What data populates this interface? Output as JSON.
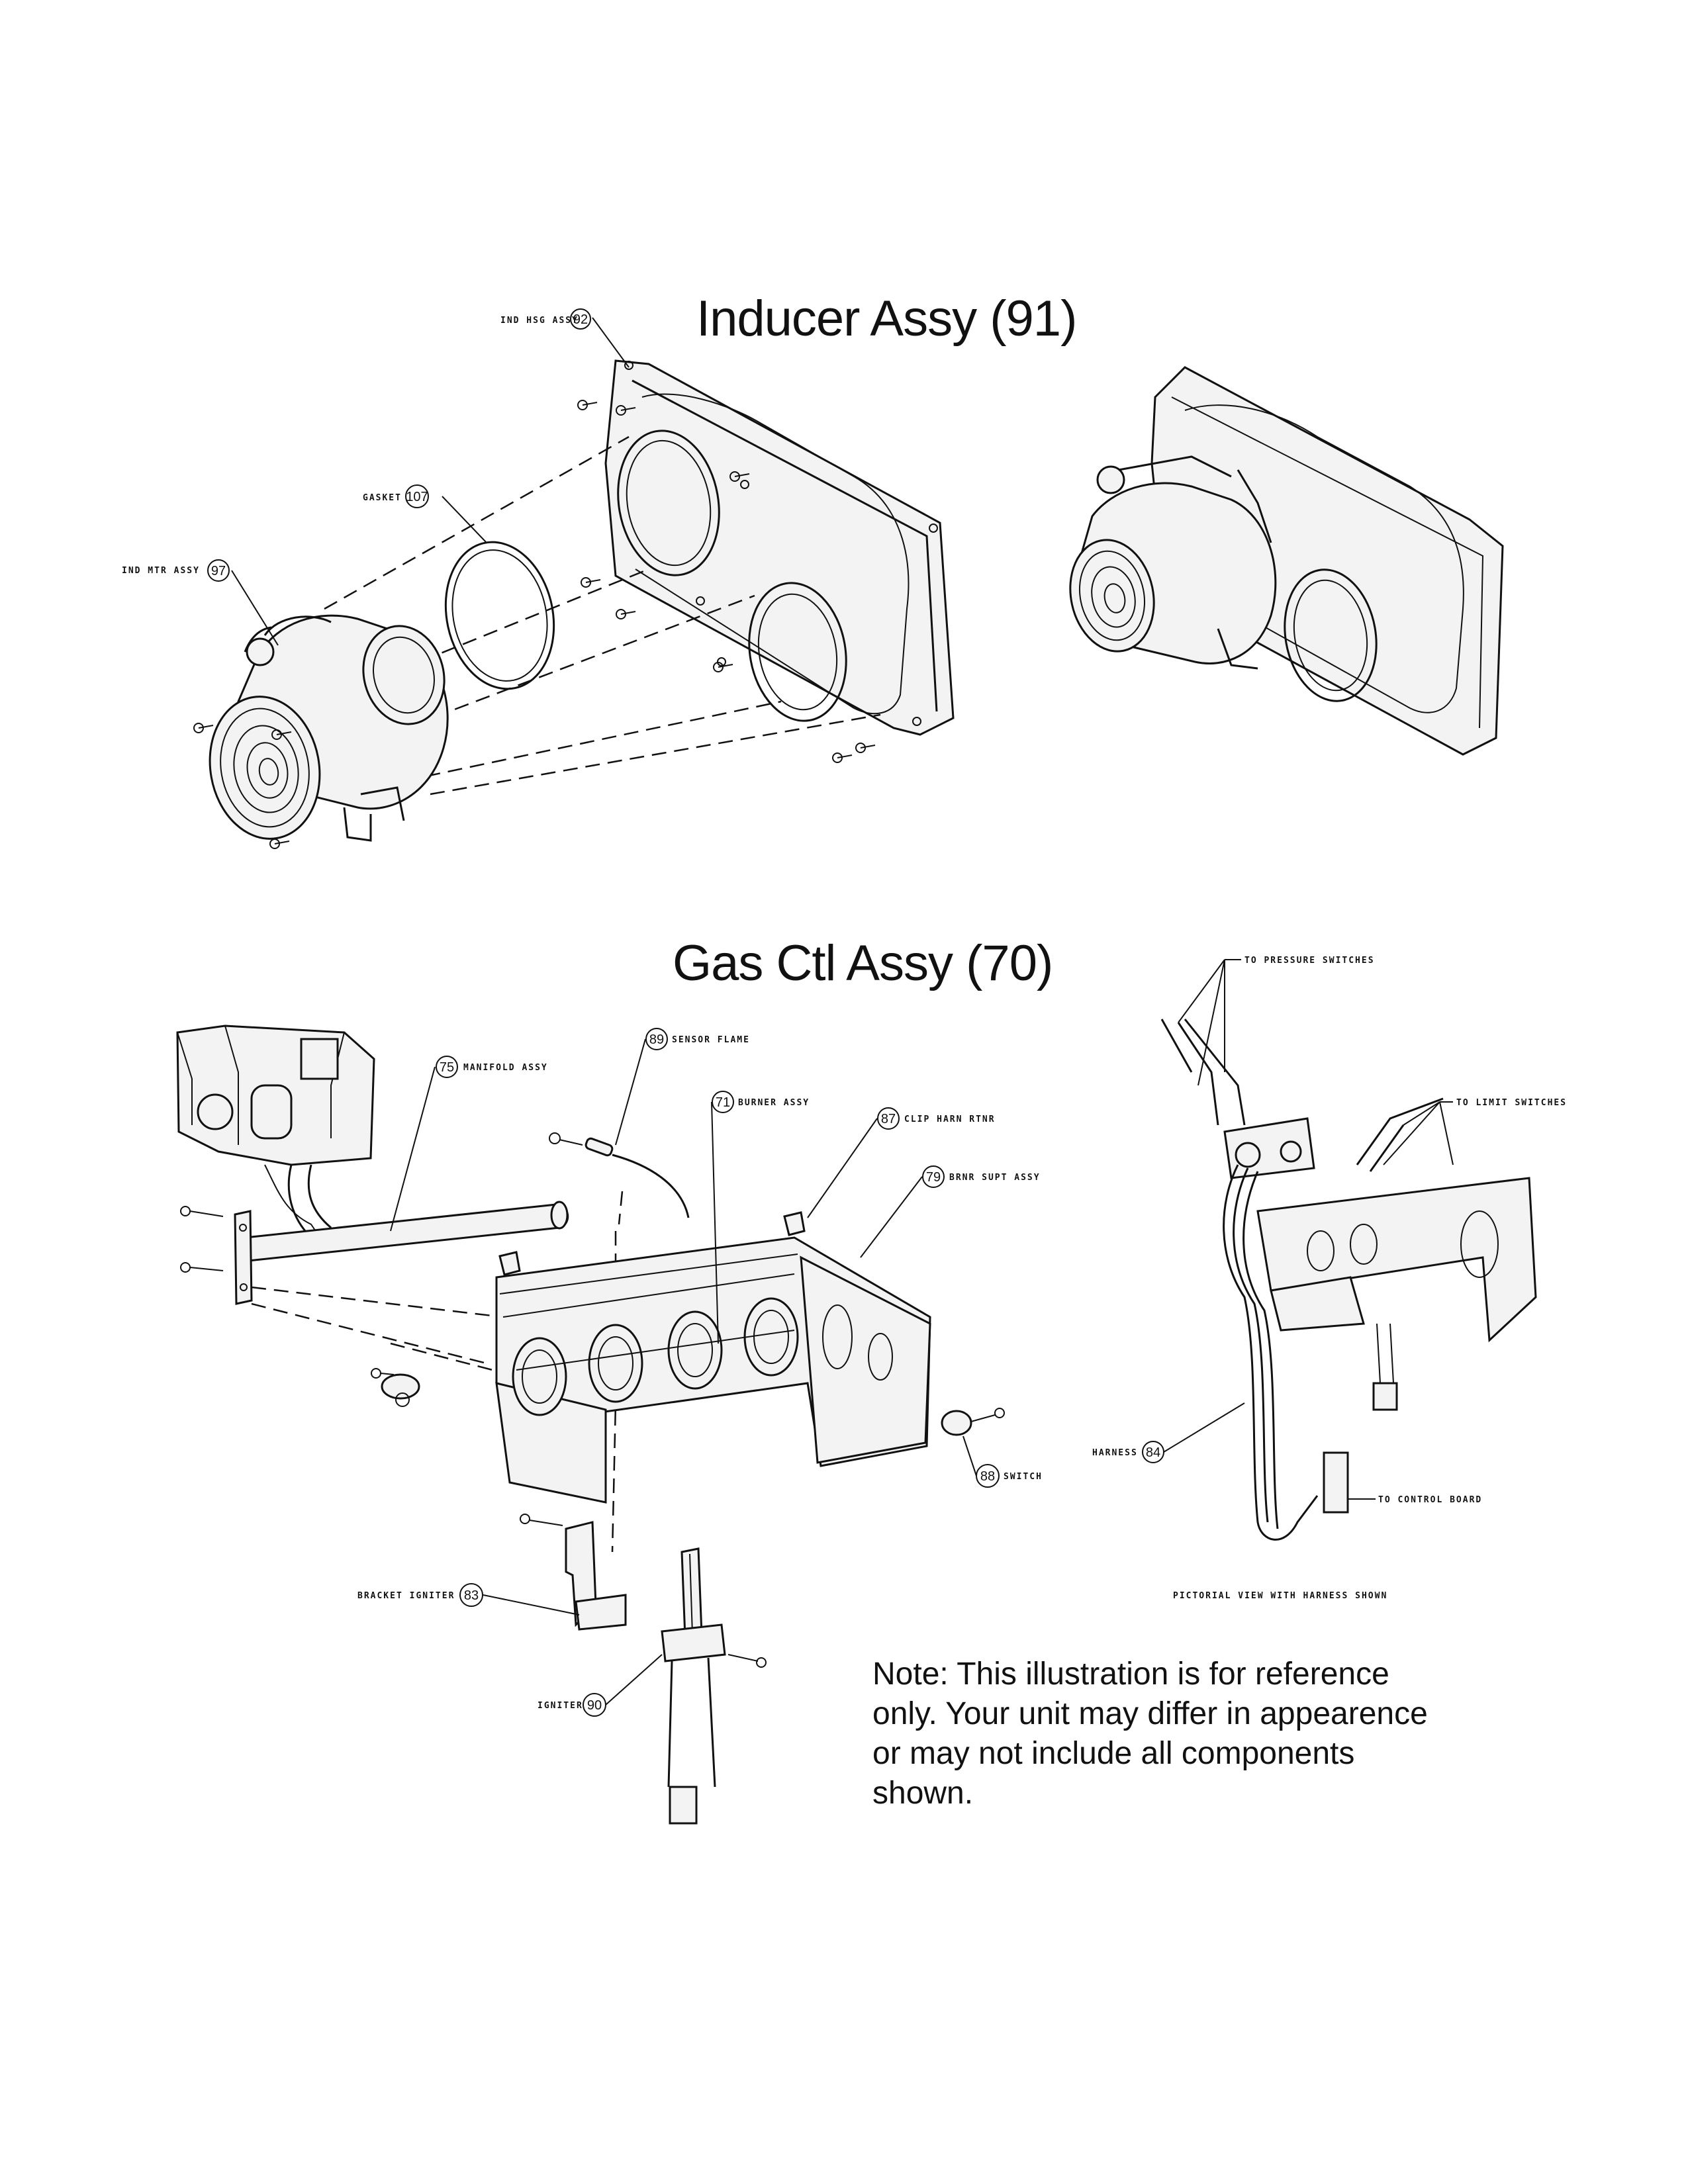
{
  "titles": {
    "inducer": "Inducer Assy (91)",
    "gas": "Gas Ctl Assy (70)"
  },
  "note": "Note: This illustration is for reference only. Your unit may differ in appearence or may not include all components shown.",
  "callouts": {
    "ind_hsg": {
      "label": "IND HSG ASSY",
      "num": "92"
    },
    "gasket": {
      "label": "GASKET",
      "num": "107"
    },
    "ind_mtr": {
      "label": "IND MTR ASSY",
      "num": "97"
    },
    "manifold": {
      "label": "MANIFOLD ASSY",
      "num": "75"
    },
    "sensor": {
      "label": "SENSOR FLAME",
      "num": "89"
    },
    "burner": {
      "label": "BURNER ASSY",
      "num": "71"
    },
    "clip": {
      "label": "CLIP HARN RTNR",
      "num": "87"
    },
    "brnr_supt": {
      "label": "BRNR SUPT ASSY",
      "num": "79"
    },
    "switch": {
      "label": "SWITCH",
      "num": "88"
    },
    "bracket": {
      "label": "BRACKET IGNITER",
      "num": "83"
    },
    "igniter": {
      "label": "IGNITER",
      "num": "90"
    },
    "harness": {
      "label": "HARNESS",
      "num": "84"
    }
  },
  "harness_view": {
    "to_pressure": "TO PRESSURE SWITCHES",
    "to_limit": "TO LIMIT SWITCHES",
    "to_control": "TO CONTROL BOARD",
    "caption": "PICTORIAL VIEW WITH HARNESS SHOWN"
  }
}
